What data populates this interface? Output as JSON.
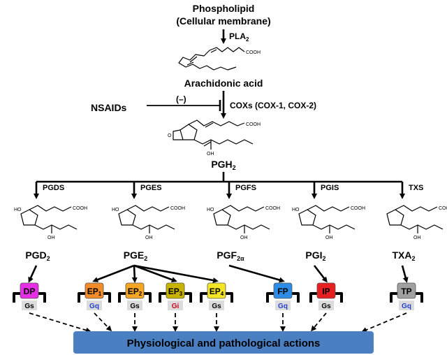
{
  "top": {
    "phospholipid": "Phospholipid",
    "membrane": "(Cellular membrane)",
    "pla2": "PLA",
    "pla2_sub": "2",
    "aa_cooh": "COOH",
    "arachidonic": "Arachidonic acid",
    "nsaids": "NSAIDs",
    "inhibit": "(–)",
    "coxs": "COXs (COX-1, COX-2)",
    "pgh2_cooh": "COOH",
    "pgh2_oh": "OH",
    "pgh2": "PGH",
    "pgh2_sub": "2"
  },
  "branches": [
    {
      "enzyme": "PGDS",
      "product": "PGD",
      "sub": "2",
      "cooh": "COOH",
      "oh": "OH",
      "ho": "HO"
    },
    {
      "enzyme": "PGES",
      "product": "PGE",
      "sub": "2",
      "cooh": "COOH",
      "oh": "OH",
      "ho": "HO"
    },
    {
      "enzyme": "PGFS",
      "product": "PGF",
      "sub": "2α",
      "cooh": "COOH",
      "oh": "OH",
      "ho": "HO"
    },
    {
      "enzyme": "PGIS",
      "product": "PGI",
      "sub": "2",
      "cooh": "COOH",
      "oh": "OH",
      "ho": "HO"
    },
    {
      "enzyme": "TXS",
      "product": "TXA",
      "sub": "2",
      "cooh": "COOH",
      "oh": "OH"
    }
  ],
  "receptors": [
    {
      "name": "DP",
      "sub": "",
      "gprotein": "Gs",
      "color": "#e62ee6",
      "gcolor": "#000000"
    },
    {
      "name": "EP",
      "sub": "1",
      "gprotein": "Gq",
      "color": "#f28c28",
      "gcolor": "#1f3fcf"
    },
    {
      "name": "EP",
      "sub": "2",
      "gprotein": "Gs",
      "color": "#f5a623",
      "gcolor": "#000000"
    },
    {
      "name": "EP",
      "sub": "3",
      "gprotein": "Gi",
      "color": "#c8b400",
      "gcolor": "#d0021b"
    },
    {
      "name": "EP",
      "sub": "4",
      "gprotein": "Gs",
      "color": "#f5e625",
      "gcolor": "#000000"
    },
    {
      "name": "FP",
      "sub": "",
      "gprotein": "Gq",
      "color": "#2e8ce6",
      "gcolor": "#1f3fcf"
    },
    {
      "name": "IP",
      "sub": "",
      "gprotein": "Gs",
      "color": "#e62020",
      "gcolor": "#000000"
    },
    {
      "name": "TP",
      "sub": "",
      "gprotein": "Gq",
      "color": "#a0a0a0",
      "gcolor": "#1f3fcf"
    }
  ],
  "actions": "Physiological and pathological actions"
}
